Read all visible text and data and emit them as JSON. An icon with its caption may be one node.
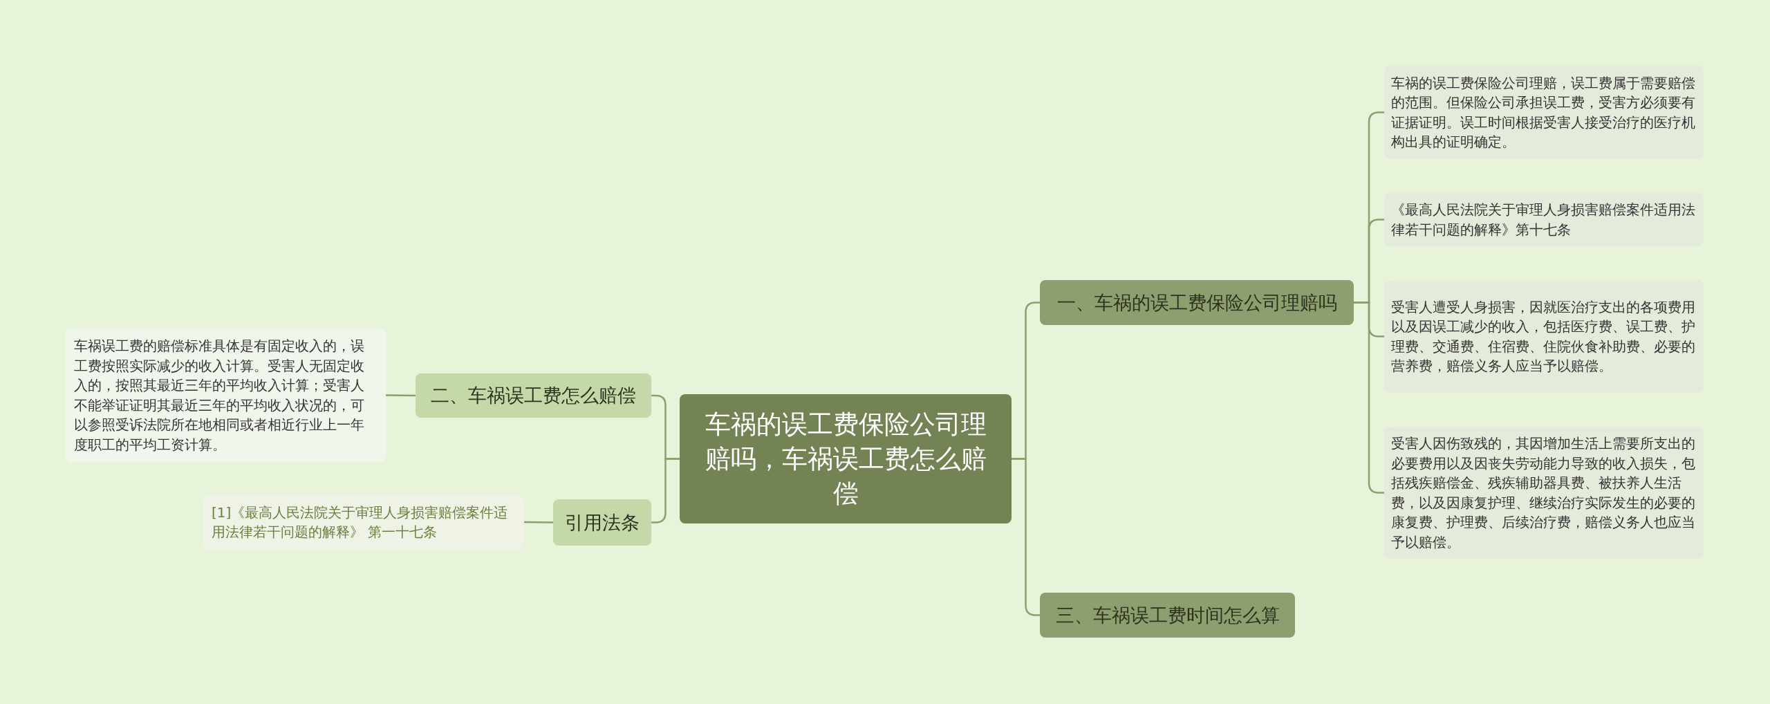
{
  "diagram": {
    "nodes": [
      {
        "text": [
          "车祸的误工费保险公司理赔吗，车祸误工费怎么赔偿"
        ]
      },
      {
        "text": [
          "一、车祸的误工费保险公司理赔吗"
        ]
      },
      {
        "text": [
          "车祸的误工费保险公司理赔，误工费属于需要赔偿的范围。但保险公司承担误工费，受害方必须要有证据证明。误工时间根据受害人接受治疗的医疗机构出具的证明确定。"
        ]
      },
      {
        "text": [
          "《最高人民法院关于审理人身损害赔偿案件适用法律若干问题的解释》第十七条"
        ]
      },
      {
        "text": [
          "受害人遭受人身损害，因就医治疗支出的各项费用以及因误工减少的收入，包括医疗费、误工费、护理费、交通费、住宿费、住院伙食补助费、必要的营养费，赔偿义务人应当予以赔偿。"
        ]
      },
      {
        "text": [
          "受害人因伤致残的，其因增加生活上需要所支出的必要费用以及因丧失劳动能力导致的收入损失，包括残疾赔偿金、残疾辅助器具费、被扶养人生活费，以及因康复护理、继续治疗实际发生的必要的康复费、护理费、后续治疗费，赔偿义务人也应当予以赔偿。"
        ]
      },
      {
        "text": [
          "三、车祸误工费时间怎么算"
        ]
      },
      {
        "text": [
          "二、车祸误工费怎么赔偿"
        ]
      },
      {
        "text": [
          "车祸误工费的赔偿标准具体是有固定收入的，误工费按照实际减少的收入计算。受害人无固定收入的，按照其最近三年的平均收入计算；受害人不能举证证明其最近三年的平均收入状况的，可以参照受诉法院所在地相同或者相近行业上一年度职工的平均工资计算。"
        ]
      },
      {
        "text": [
          "引用法条"
        ]
      },
      {
        "text": [
          "[1]《最高人民法院关于审理人身损害赔偿案件适用法律若干问题的解释》 第一十七条"
        ]
      }
    ],
    "edges": [
      {
        "from": 0,
        "to": 1,
        "arrow": "none"
      },
      {
        "from": 0,
        "to": 6,
        "arrow": "none"
      },
      {
        "from": 0,
        "to": 7,
        "arrow": "none"
      },
      {
        "from": 0,
        "to": 9,
        "arrow": "none"
      },
      {
        "from": 1,
        "to": 2,
        "arrow": "none"
      },
      {
        "from": 1,
        "to": 3,
        "arrow": "none"
      },
      {
        "from": 1,
        "to": 4,
        "arrow": "none"
      },
      {
        "from": 1,
        "to": 5,
        "arrow": "none"
      },
      {
        "from": 7,
        "to": 8,
        "arrow": "none"
      },
      {
        "from": 9,
        "to": 10,
        "arrow": "none"
      }
    ]
  }
}
